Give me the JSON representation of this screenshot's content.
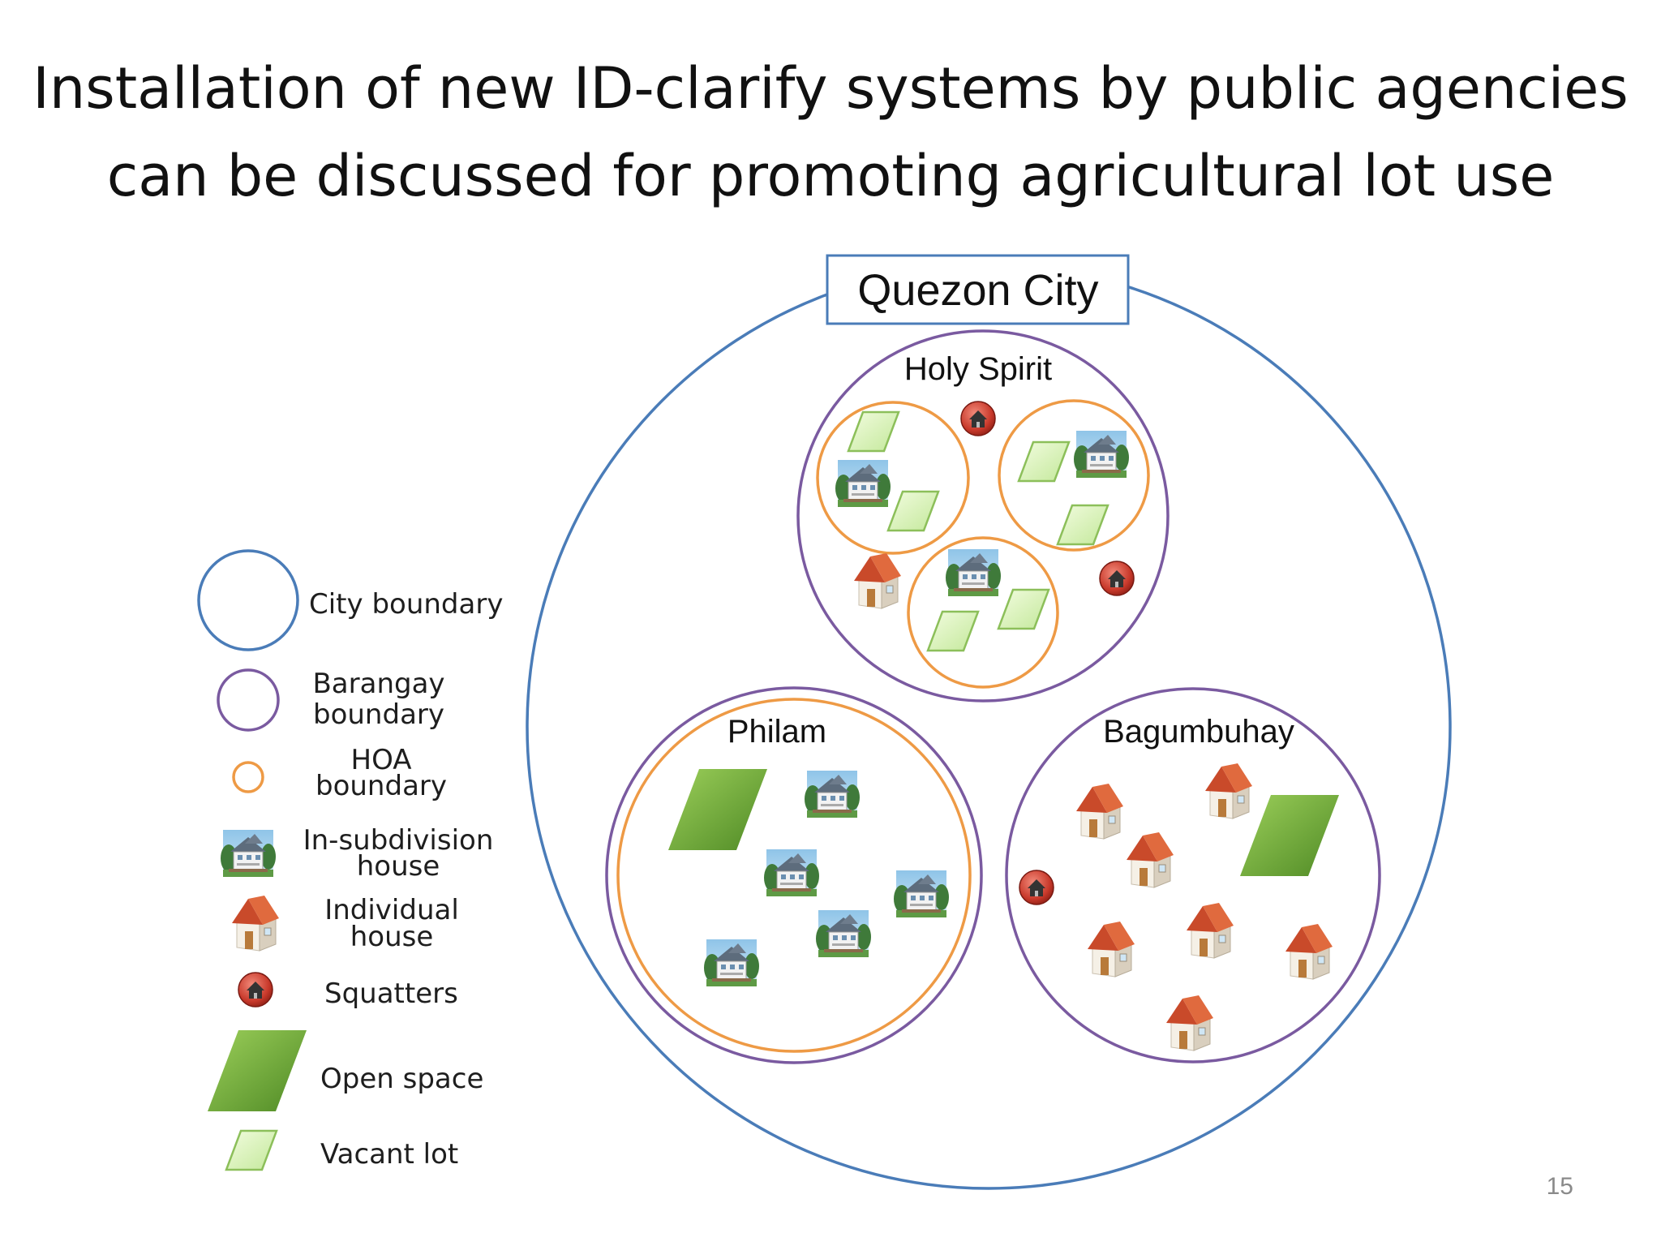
{
  "title": {
    "line1": "Installation of new ID-clarify systems by public agencies",
    "line2": "can be discussed for promoting agricultural lot use"
  },
  "diagram": {
    "city_label": "Quezon City",
    "barangays": [
      "Holy Spirit",
      "Philam",
      "Bagumbuhay"
    ]
  },
  "legend": {
    "city_boundary": "City boundary",
    "barangay_boundary_1": "Barangay",
    "barangay_boundary_2": "boundary",
    "hoa_boundary_1": "HOA",
    "hoa_boundary_2": "boundary",
    "in_subdivision_1": "In-subdivision",
    "in_subdivision_2": "house",
    "individual_1": "Individual",
    "individual_2": "house",
    "squatters": "Squatters",
    "open_space": "Open space",
    "vacant_lot": "Vacant lot"
  },
  "page_number": "15",
  "colors": {
    "city": "#4a7cb8",
    "barangay": "#7a5aa0",
    "hoa": "#ee9a45",
    "open_space": "#6fa53a",
    "vacant_lot": "#d9f2b3"
  },
  "icons": [
    "in-subdivision-house-icon",
    "individual-house-icon",
    "squatter-icon",
    "open-space-icon",
    "vacant-lot-icon"
  ]
}
